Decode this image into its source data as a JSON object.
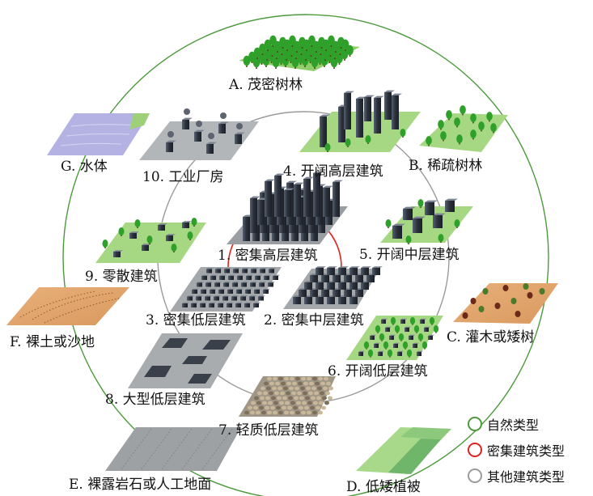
{
  "labels": {
    "lcz_a": "A. 茂密树林",
    "lcz_b": "B. 稀疏树林",
    "lcz_c": "C. 灌木或矮树",
    "lcz_d": "D. 低矮植被",
    "lcz_e": "E. 裸露岩石或人工地面",
    "lcz_f": "F. 裸土或沙地",
    "lcz_g": "G. 水体",
    "lcz_1": "1. 密集高层建筑",
    "lcz_2": "2. 密集中层建筑",
    "lcz_3": "3. 密集低层建筑",
    "lcz_4": "4. 开阔高层建筑",
    "lcz_5": "5. 开阔中层建筑",
    "lcz_6": "6. 开阔低层建筑",
    "lcz_7": "7. 轻质低层建筑",
    "lcz_8": "8. 大型低层建筑",
    "lcz_9": "9. 零散建筑",
    "lcz_10": "10. 工业厂房"
  },
  "legend": [
    {
      "label": "自然类型",
      "color": "#4c9a3c"
    },
    {
      "label": "密集建筑类型",
      "color": "#e02020"
    },
    {
      "label": "其他建筑类型",
      "color": "#9a9a9a"
    }
  ],
  "colors": {
    "natural_circle": "#4c9a3c",
    "compact_arc": "#e02020",
    "other_circle": "#9a9a9a",
    "grass": "#9fd27a",
    "building": "#2f3440"
  }
}
